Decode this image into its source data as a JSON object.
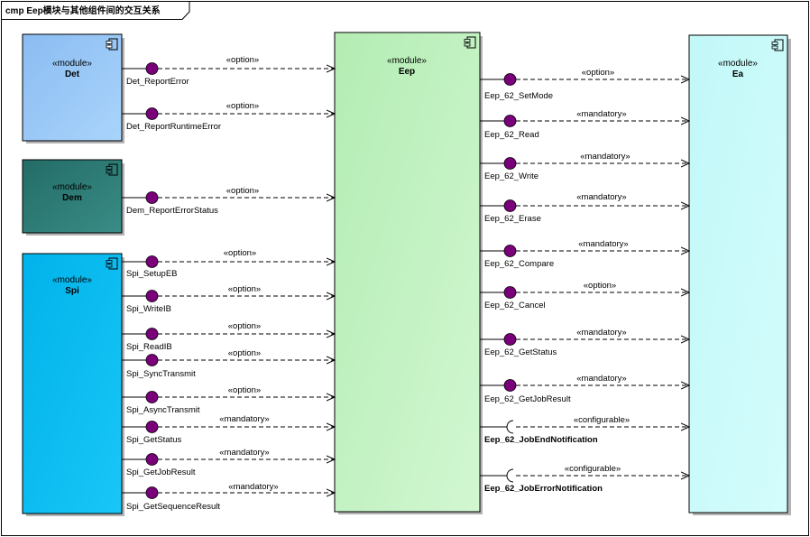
{
  "frame": {
    "title": "cmp Eep模块与其他组件间的交互关系"
  },
  "modules": {
    "det": {
      "stereotype": "«module»",
      "name": "Det"
    },
    "dem": {
      "stereotype": "«module»",
      "name": "Dem"
    },
    "spi": {
      "stereotype": "«module»",
      "name": "Spi"
    },
    "eep": {
      "stereotype": "«module»",
      "name": "Eep"
    },
    "ea": {
      "stereotype": "«module»",
      "name": "Ea"
    }
  },
  "left_interfaces": [
    {
      "id": "det-reporterror",
      "name": "Det_ReportError",
      "stereotype": "«option»"
    },
    {
      "id": "det-reportruntimeerror",
      "name": "Det_ReportRuntimeError",
      "stereotype": "«option»"
    },
    {
      "id": "dem-reporterrorstatus",
      "name": "Dem_ReportErrorStatus",
      "stereotype": "«option»"
    },
    {
      "id": "spi-setupeb",
      "name": "Spi_SetupEB",
      "stereotype": "«option»"
    },
    {
      "id": "spi-writeib",
      "name": "Spi_WriteIB",
      "stereotype": "«option»"
    },
    {
      "id": "spi-readib",
      "name": "Spi_ReadIB",
      "stereotype": "«option»"
    },
    {
      "id": "spi-synctransmit",
      "name": "Spi_SyncTransmit",
      "stereotype": "«option»"
    },
    {
      "id": "spi-asynctransmit",
      "name": "Spi_AsyncTransmit",
      "stereotype": "«option»"
    },
    {
      "id": "spi-getstatus",
      "name": "Spi_GetStatus",
      "stereotype": "«mandatory»"
    },
    {
      "id": "spi-getjobresult",
      "name": "Spi_GetJobResult",
      "stereotype": "«mandatory»"
    },
    {
      "id": "spi-getsequenceresult",
      "name": "Spi_GetSequenceResult",
      "stereotype": "«mandatory»"
    }
  ],
  "right_interfaces": [
    {
      "id": "eep-setmode",
      "name": "Eep_62_SetMode",
      "stereotype": "«option»",
      "kind": "provided"
    },
    {
      "id": "eep-read",
      "name": "Eep_62_Read",
      "stereotype": "«mandatory»",
      "kind": "provided"
    },
    {
      "id": "eep-write",
      "name": "Eep_62_Write",
      "stereotype": "«mandatory»",
      "kind": "provided"
    },
    {
      "id": "eep-erase",
      "name": "Eep_62_Erase",
      "stereotype": "«mandatory»",
      "kind": "provided"
    },
    {
      "id": "eep-compare",
      "name": "Eep_62_Compare",
      "stereotype": "«mandatory»",
      "kind": "provided"
    },
    {
      "id": "eep-cancel",
      "name": "Eep_62_Cancel",
      "stereotype": "«option»",
      "kind": "provided"
    },
    {
      "id": "eep-getstatus",
      "name": "Eep_62_GetStatus",
      "stereotype": "«mandatory»",
      "kind": "provided"
    },
    {
      "id": "eep-getjobresult",
      "name": "Eep_62_GetJobResult",
      "stereotype": "«mandatory»",
      "kind": "provided"
    },
    {
      "id": "eep-jobendnotification",
      "name": "Eep_62_JobEndNotification",
      "stereotype": "«configurable»",
      "kind": "required"
    },
    {
      "id": "eep-joberrornotification",
      "name": "Eep_62_JobErrorNotification",
      "stereotype": "«configurable»",
      "kind": "required"
    }
  ],
  "colors": {
    "det_fill": "#9ec9f7",
    "dem_fill": "#2f7d78",
    "spi_fill": "#0bbdf2",
    "eep_fill": "#c4f2c4",
    "ea_fill": "#c8fafa",
    "lollipop": "#7a007a",
    "line": "#000000"
  }
}
